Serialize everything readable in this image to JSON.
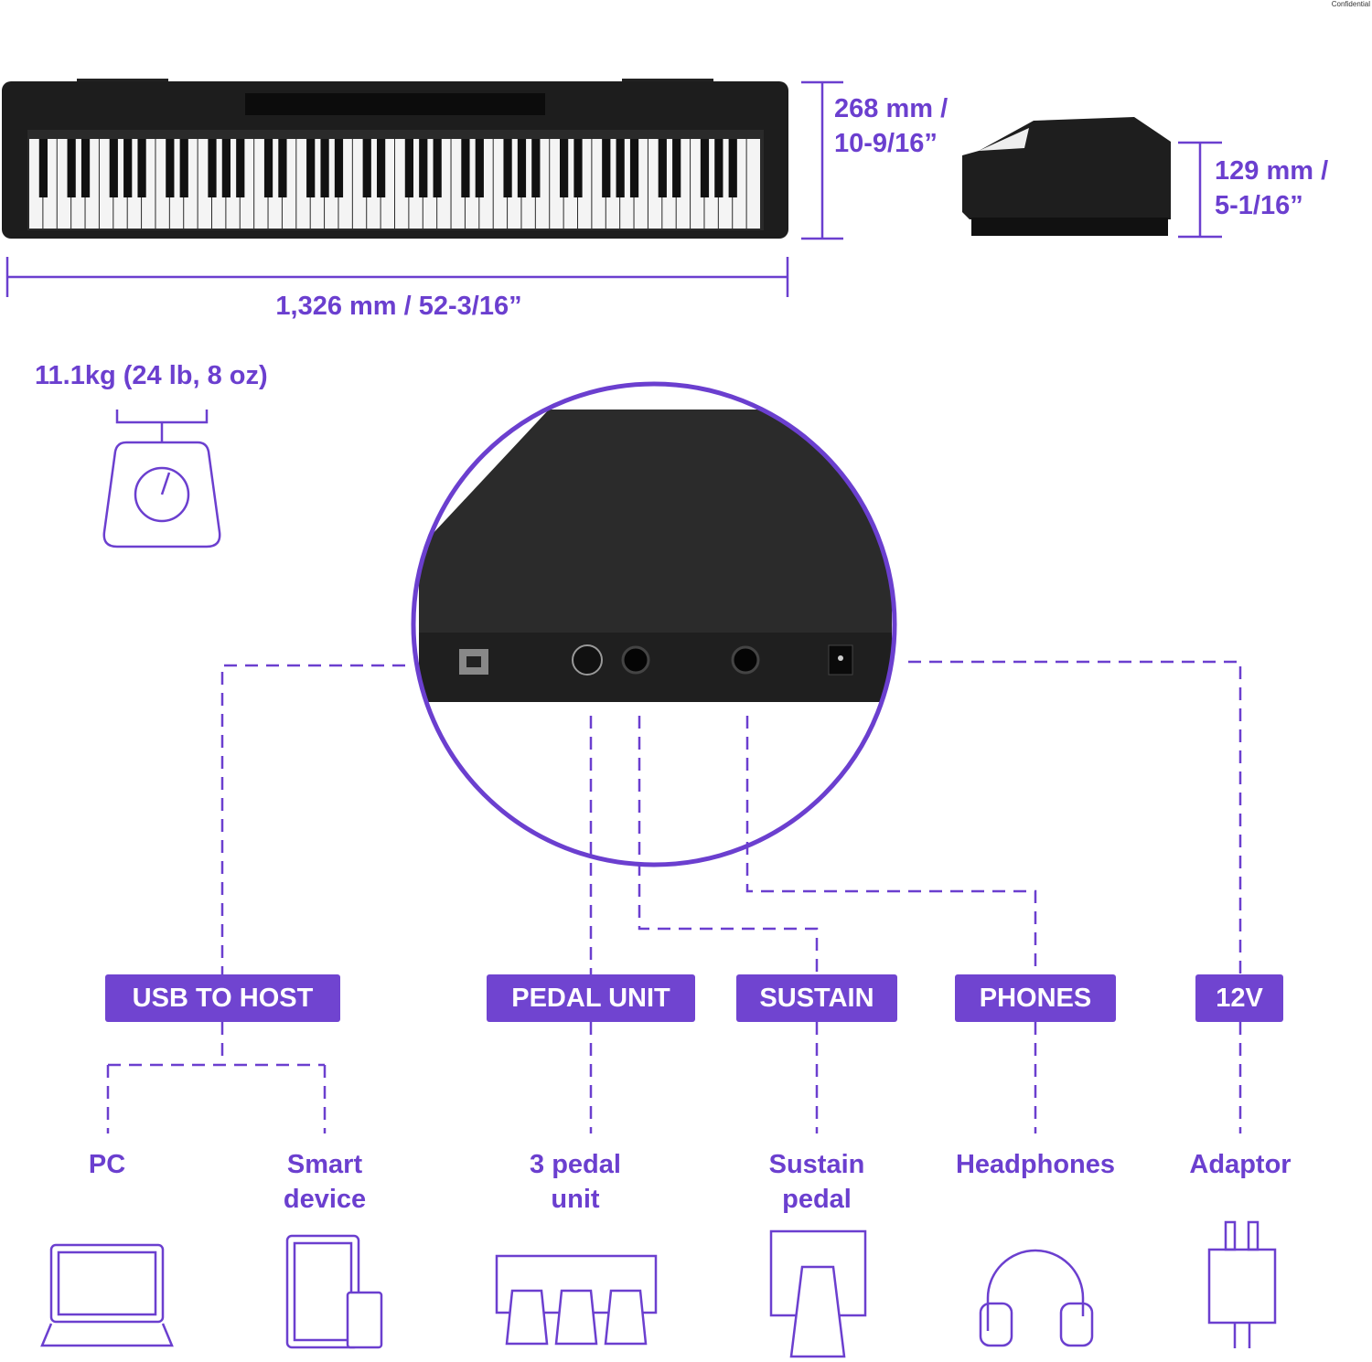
{
  "confidential": "Confidential",
  "dimensions": {
    "height": [
      "268 mm /",
      "10-9/16”"
    ],
    "depth": [
      "129 mm /",
      "5-1/16”"
    ],
    "width": "1,326 mm / 52-3/16”",
    "weight": "11.1kg (24 lb, 8 oz)"
  },
  "ports": [
    {
      "badge": "USB TO HOST",
      "devices": [
        "PC",
        "Smart device"
      ]
    },
    {
      "badge": "PEDAL UNIT",
      "devices": [
        "3 pedal unit"
      ]
    },
    {
      "badge": "SUSTAIN",
      "devices": [
        "Sustain pedal"
      ]
    },
    {
      "badge": "PHONES",
      "devices": [
        "Headphones"
      ]
    },
    {
      "badge": "12V",
      "devices": [
        "Adaptor"
      ]
    }
  ],
  "device_lines": {
    "smart": [
      "Smart",
      "device"
    ],
    "pedal3": [
      "3 pedal",
      "unit"
    ],
    "sustain": [
      "Sustain",
      "pedal"
    ]
  },
  "colors": {
    "accent": "#7044d0",
    "text": "#6b3fcf",
    "piano": "#1c1c1c"
  }
}
